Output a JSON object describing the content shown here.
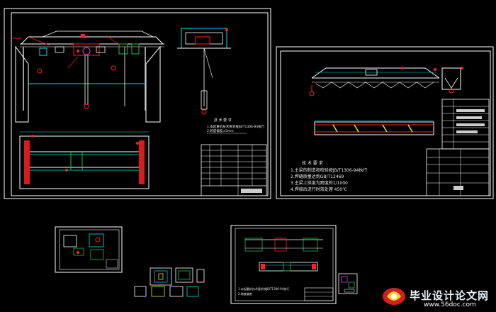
{
  "watermark": {
    "title": "毕业设计论文网",
    "url": "www.56doc.com"
  },
  "sheet1": {
    "notes_title": "技 术 要 求",
    "notes": [
      "1.本起重机技术要求按JB/T1306-94执行",
      "2.跨度偏差±5mm"
    ]
  },
  "sheet2": {
    "notes_title": "技 术 要 求",
    "notes": [
      "1.主梁的制造和检验按JB/T1306-94执行",
      "2.焊缝质量达到GB/T12469",
      "3.主梁上拱度为跨度的1/1000",
      "4.焊接后进行时效处理 450℃"
    ]
  },
  "sheet4": {
    "notes": [
      "1.本起重机技术要求按JB/T1306-94执行",
      "2.跨度偏差"
    ]
  },
  "colors": {
    "background": "#000000",
    "frame": "#ffffff",
    "red": "#ff2020",
    "cyan": "#00e0e0",
    "green": "#20c040",
    "yellow": "#e8e020",
    "magenta": "#e040e0"
  }
}
